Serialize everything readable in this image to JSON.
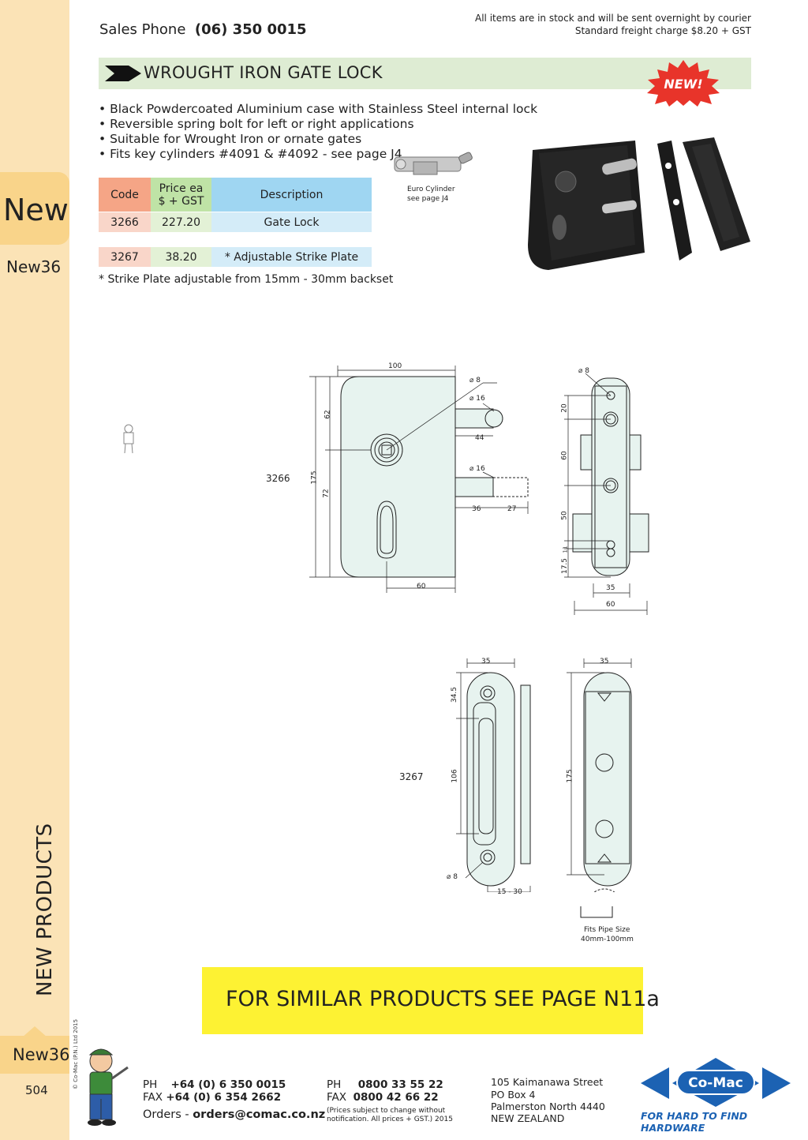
{
  "header": {
    "sales_label": "Sales Phone",
    "sales_phone": "(06) 350 0015",
    "stock_line1": "All items are in stock and will be sent overnight by courier",
    "stock_line2": "Standard freight charge $8.20 + GST"
  },
  "sidebar": {
    "tab_label": "New",
    "tab_code": "New36",
    "section_title": "NEW PRODUCTS",
    "copyright": "© Co-Mac (P.N.) Ltd 2015",
    "bottom_code": "New36",
    "page_number": "504"
  },
  "product": {
    "title": "WROUGHT IRON GATE LOCK",
    "badge": "NEW!",
    "bullets": [
      "• Black Powdercoated Aluminium case with Stainless Steel internal lock",
      "• Reversible spring bolt for left or right applications",
      "• Suitable for Wrought Iron or ornate gates",
      "• Fits key cylinders #4091 & #4092 - see page J4"
    ],
    "euro_caption_1": "Euro Cylinder",
    "euro_caption_2": "see page J4"
  },
  "table": {
    "headers": [
      "Code",
      "Price ea",
      "$ + GST",
      "Description"
    ],
    "rows": [
      {
        "code": "3266",
        "price": "227.20",
        "description": "Gate Lock"
      },
      {
        "code": "3267",
        "price": "38.20",
        "description": "* Adjustable Strike Plate"
      }
    ],
    "note": "* Strike Plate adjustable from 15mm - 30mm backset"
  },
  "drawing_3266": {
    "code": "3266",
    "dims": {
      "width_top": "100",
      "d8": "⌀ 8",
      "d16a": "⌀ 16",
      "d16b": "⌀ 16",
      "h62": "62",
      "h175": "175",
      "h72": "72",
      "w44": "44",
      "w36": "36",
      "w27": "27",
      "w60": "60",
      "side_d8": "⌀ 8",
      "s20": "20",
      "s60": "60",
      "s50": "50",
      "s11": "11",
      "s175": "17.5",
      "s35": "35",
      "s60w": "60"
    }
  },
  "drawing_3267": {
    "code": "3267",
    "dims": {
      "w35a": "35",
      "w35b": "35",
      "h345": "34.5",
      "h106": "106",
      "h175": "175",
      "d8": "⌀ 8",
      "backset": "15 - 30",
      "pipe_1": "Fits Pipe Size",
      "pipe_2": "40mm-100mm"
    }
  },
  "banner": {
    "text": "FOR SIMILAR PRODUCTS SEE PAGE N11a"
  },
  "footer": {
    "ph_label": "PH",
    "ph": "+64 (0) 6 350 0015",
    "fax_label": "FAX",
    "fax": "+64 (0) 6 354 2662",
    "orders_label": "Orders -",
    "orders_email": "orders@comac.co.nz",
    "ph2_label": "PH",
    "ph2": "0800 33 55 22",
    "fax2_label": "FAX",
    "fax2": "0800 42 66 22",
    "disclaimer_1": "(Prices subject to change without",
    "disclaimer_2": "notification. All prices + GST.)  2015",
    "addr_1": "105 Kaimanawa Street",
    "addr_2": "PO Box 4",
    "addr_3": "Palmerston North 4440",
    "addr_4": "NEW ZEALAND",
    "logo_text": "Co-Mac",
    "tagline": "FOR HARD TO FIND HARDWARE"
  },
  "colors": {
    "sidebar": "#fbe3b6",
    "tab": "#f9d48a",
    "title_bar": "#deecd3",
    "banner": "#fdf233",
    "brand_blue": "#1c62b3",
    "badge_red": "#e8342a"
  }
}
